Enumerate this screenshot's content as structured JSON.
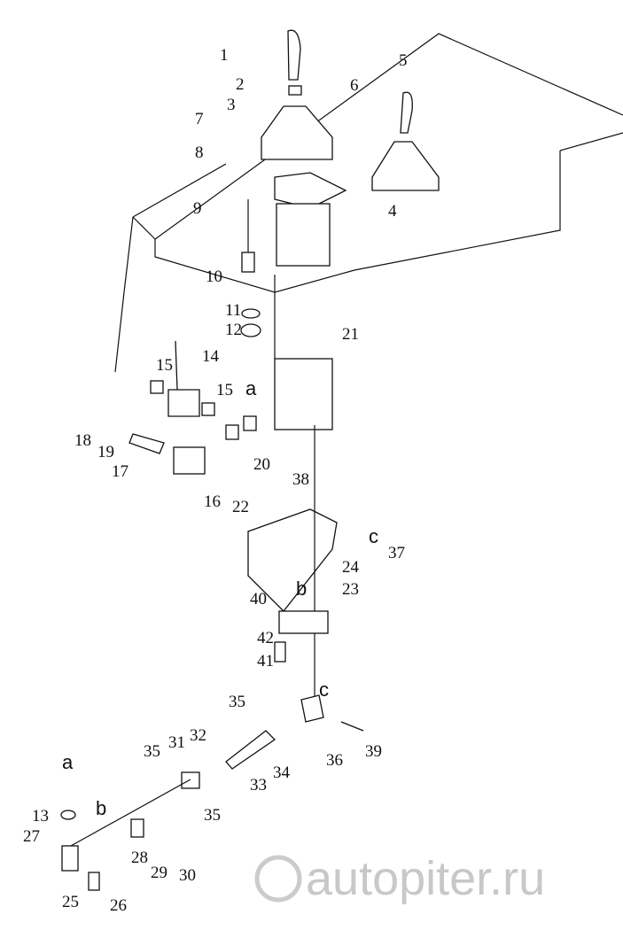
{
  "diagram": {
    "type": "exploded parts diagram",
    "part_labels": [
      "1",
      "2",
      "3",
      "4",
      "5",
      "6",
      "7",
      "8",
      "9",
      "10",
      "11",
      "12",
      "13",
      "14",
      "15",
      "15",
      "16",
      "17",
      "18",
      "19",
      "20",
      "21",
      "22",
      "23",
      "24",
      "25",
      "26",
      "27",
      "28",
      "29",
      "30",
      "31",
      "32",
      "33",
      "34",
      "35",
      "35",
      "35",
      "36",
      "37",
      "38",
      "39",
      "40",
      "41",
      "42"
    ],
    "connection_letters": [
      "a",
      "a",
      "b",
      "b",
      "c",
      "c"
    ],
    "watermark": "autopiter.ru"
  }
}
